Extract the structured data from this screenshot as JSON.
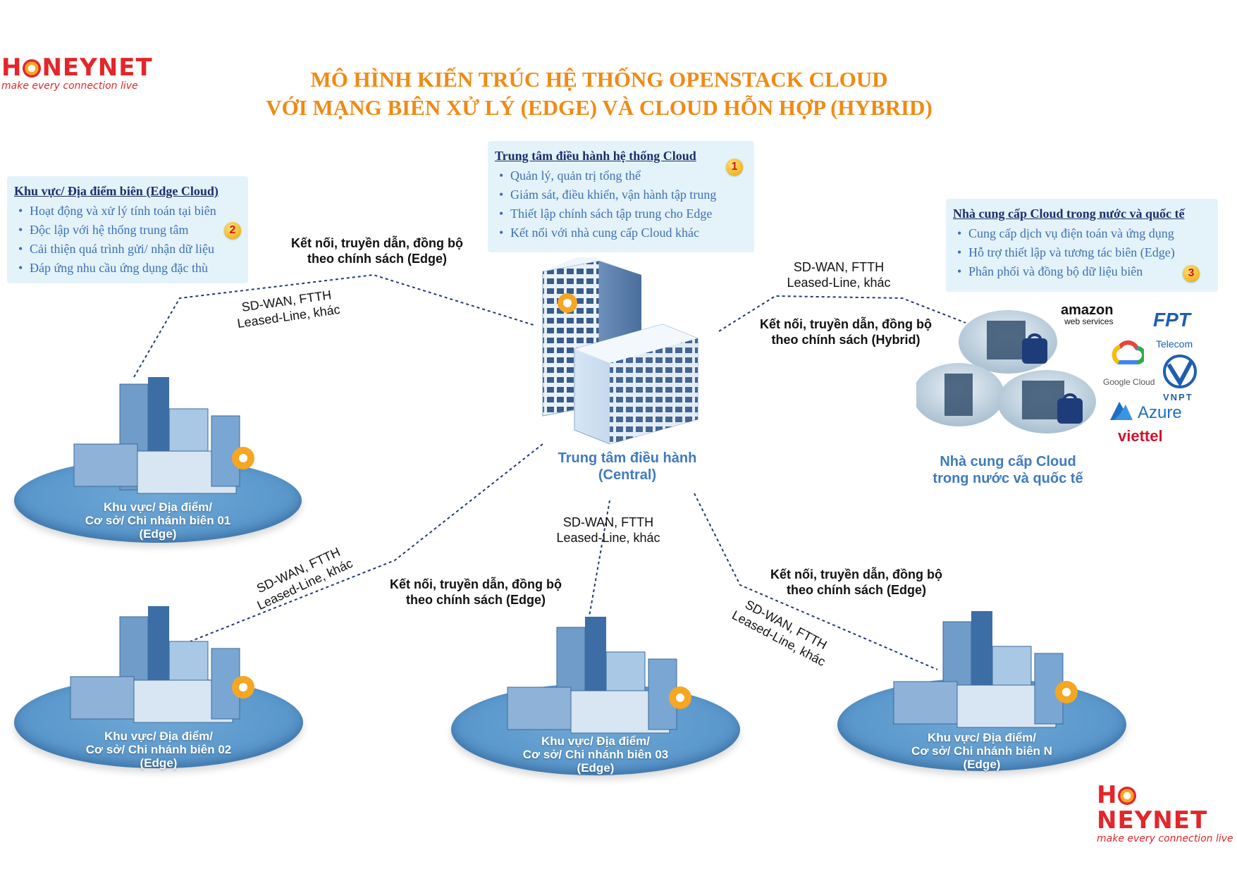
{
  "logo": {
    "word_left": "H",
    "word_right": "NEYNET",
    "tagline": "make every connection live"
  },
  "title": {
    "line1": "MÔ HÌNH KIẾN TRÚC HỆ THỐNG OPENSTACK CLOUD",
    "line2": "VỚI MẠNG BIÊN XỬ LÝ (EDGE) VÀ CLOUD HỖN HỢP (HYBRID)"
  },
  "boxes": {
    "edge": {
      "title": "Khu vực/ Địa điểm biên (Edge Cloud)",
      "items": [
        "Hoạt động và xử lý tính toán tại biên",
        "Độc lập với hệ thống trung tâm",
        "Cải thiện quá trình gửi/ nhận dữ liệu",
        "Đáp ứng nhu cầu ứng dụng đặc thù"
      ],
      "badge": "2"
    },
    "central": {
      "title": "Trung tâm điều hành hệ thống Cloud",
      "items": [
        "Quản lý, quản trị tổng thể",
        "Giám sát, điều khiển, vận hành tập trung",
        "Thiết lập chính sách tập trung cho Edge",
        "Kết nối với nhà cung cấp Cloud khác"
      ],
      "badge": "1"
    },
    "provider": {
      "title": "Nhà cung cấp Cloud trong nước và quốc tế",
      "items": [
        "Cung cấp dịch vụ điện toán và ứng dụng",
        "Hỗ trợ thiết lập và tương tác biên (Edge)",
        "Phân phối và đồng bộ dữ liệu biên"
      ],
      "badge": "3"
    }
  },
  "links": {
    "sync_edge_1": "Kết nối, truyền dẫn, đồng bộ",
    "sync_edge_2": "theo chính sách (Edge)",
    "sync_hybrid_1": "Kết nối, truyền dẫn, đồng bộ",
    "sync_hybrid_2": "theo chính sách (Hybrid)",
    "wan_1": "SD-WAN, FTTH",
    "wan_2": "Leased-Line, khác"
  },
  "central": {
    "line1": "Trung tâm điều hành",
    "line2": "(Central)"
  },
  "provider": {
    "line1": "Nhà cung cấp Cloud",
    "line2": "trong nước và quốc tế"
  },
  "sites": [
    {
      "line1": "Khu vực/ Địa điểm/",
      "line2": "Cơ sở/ Chi nhánh biên 01",
      "line3": "(Edge)"
    },
    {
      "line1": "Khu vực/ Địa điểm/",
      "line2": "Cơ sở/ Chi nhánh biên 02",
      "line3": "(Edge)"
    },
    {
      "line1": "Khu vực/ Địa điểm/",
      "line2": "Cơ sở/ Chi nhánh biên 03",
      "line3": "(Edge)"
    },
    {
      "line1": "Khu vực/ Địa điểm/",
      "line2": "Cơ sở/ Chi nhánh biên N",
      "line3": "(Edge)"
    }
  ],
  "brands": {
    "amazon": "amazon",
    "amazon_sub": "web services",
    "fpt": "FPT",
    "fpt_sub": "Telecom",
    "google": "Google Cloud",
    "vnpt": "VNPT",
    "azure": "Azure",
    "viettel": "viettel"
  },
  "colors": {
    "title": "#f08a14",
    "brand_red": "#e3262b",
    "box_bg": "#e4f3fa",
    "accent_blue": "#3f7bbf",
    "ellipse_blue": "#5b98cc"
  }
}
